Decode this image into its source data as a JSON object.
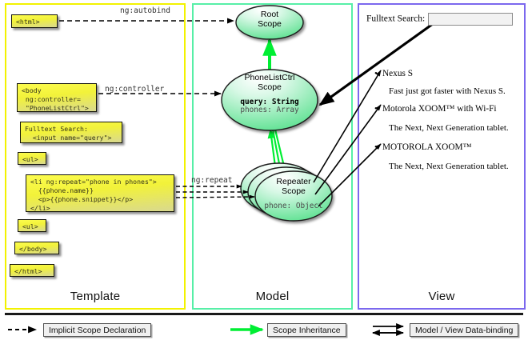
{
  "columns": {
    "template": {
      "label": "Template",
      "accent": "#f2f200"
    },
    "model": {
      "label": "Model",
      "accent": "#57efa7"
    },
    "view": {
      "label": "View",
      "accent": "#7b68ee"
    }
  },
  "template_boxes": [
    {
      "id": "html-open",
      "text": "<html>"
    },
    {
      "id": "body-open",
      "text": "<body\n ng:controller=\n \"PhoneListCtrl\">"
    },
    {
      "id": "search",
      "text": "Fulltext Search:\n  <input name=\"query\">"
    },
    {
      "id": "ul-open",
      "text": "<ul>"
    },
    {
      "id": "li-repeat",
      "text": "<li ng:repeat=\"phone in phones\">\n  {{phone.name}}\n  <p>{{phone.snippet}}</p>\n</li>"
    },
    {
      "id": "ul-close",
      "text": "<ul>"
    },
    {
      "id": "body-close",
      "text": "</body>"
    },
    {
      "id": "html-close",
      "text": "</html>"
    }
  ],
  "connector_labels": {
    "autobind": "ng:autobind",
    "controller": "ng:controller",
    "repeat": "ng:repeat"
  },
  "scopes": [
    {
      "id": "root",
      "title_line1": "Root",
      "title_line2": "Scope",
      "props": []
    },
    {
      "id": "ctrl",
      "title_line1": "PhoneListCtrl",
      "title_line2": "Scope",
      "props": [
        {
          "text": "query: String",
          "highlight": true
        },
        {
          "text": "phones: Array",
          "highlight": false
        }
      ]
    },
    {
      "id": "repeater",
      "title_line1": "Repeater",
      "title_line2": "Scope",
      "props": [
        {
          "text": "phone: Object",
          "highlight": false
        }
      ]
    }
  ],
  "view": {
    "search_label": "Fulltext Search:",
    "search_value": "",
    "search_placeholder": "",
    "items": [
      {
        "name": "Nexus S",
        "snippet": "Fast just got faster with Nexus S."
      },
      {
        "name": "Motorola XOOM™  with Wi-Fi",
        "snippet": "The Next, Next Generation tablet."
      },
      {
        "name": "MOTOROLA XOOM™",
        "snippet": "The Next, Next Generation tablet."
      }
    ],
    "bullet": "•"
  },
  "legend": [
    {
      "id": "implicit",
      "label": "Implicit Scope Declaration",
      "style": "dashed-black"
    },
    {
      "id": "inheritance",
      "label": "Scope Inheritance",
      "style": "solid-green"
    },
    {
      "id": "databinding",
      "label": "Model / View Data-binding",
      "style": "double-black"
    }
  ],
  "colors": {
    "scope_green": "#6fe49a",
    "inherit_green": "#00ee33",
    "code_yellow": "#f2f23a",
    "line_black": "#000000"
  }
}
